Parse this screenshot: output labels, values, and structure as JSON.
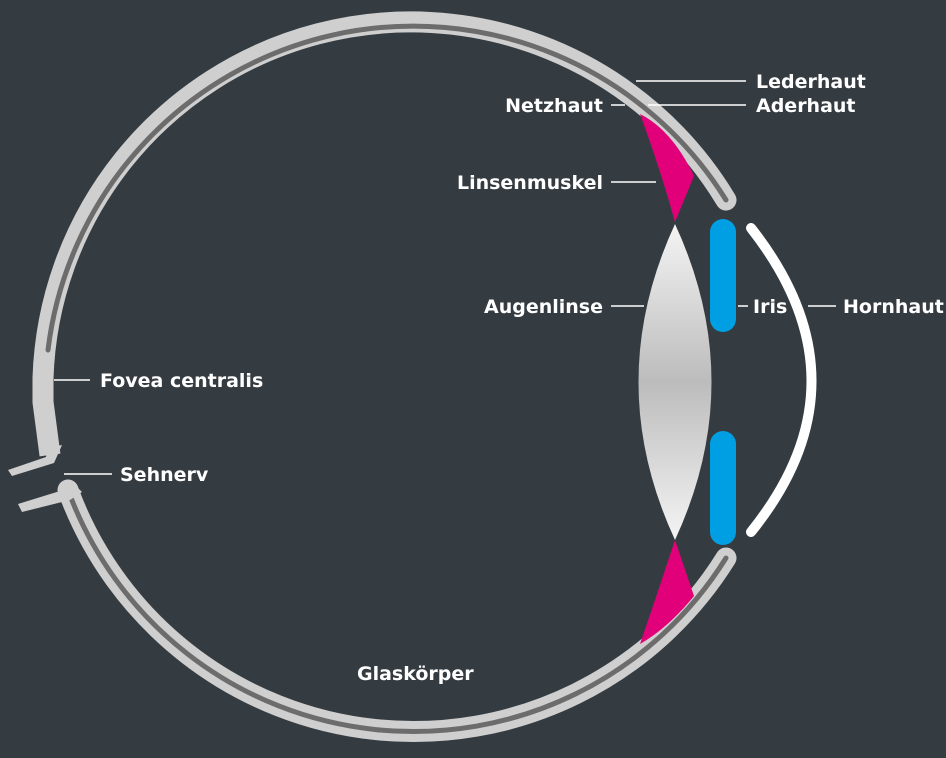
{
  "diagram": {
    "labels": {
      "lederhaut": "Lederhaut",
      "aderhaut": "Aderhaut",
      "netzhaut": "Netzhaut",
      "linsenmuskel": "Linsenmuskel",
      "augenlinse": "Augenlinse",
      "iris": "Iris",
      "hornhaut": "Hornhaut",
      "fovea": "Fovea centralis",
      "sehnerv": "Sehnerv",
      "glaskoerper": "Glaskörper"
    },
    "colors": {
      "background": "#353c41",
      "sclera": "#cfcfcf",
      "choroid": "#6c6c6c",
      "ciliary_muscle": "#e2007a",
      "iris": "#009fe3",
      "cornea": "#ffffff",
      "lens_light": "#f2f2f2",
      "lens_dark": "#bdbdbd",
      "label_text": "#ffffff"
    }
  }
}
